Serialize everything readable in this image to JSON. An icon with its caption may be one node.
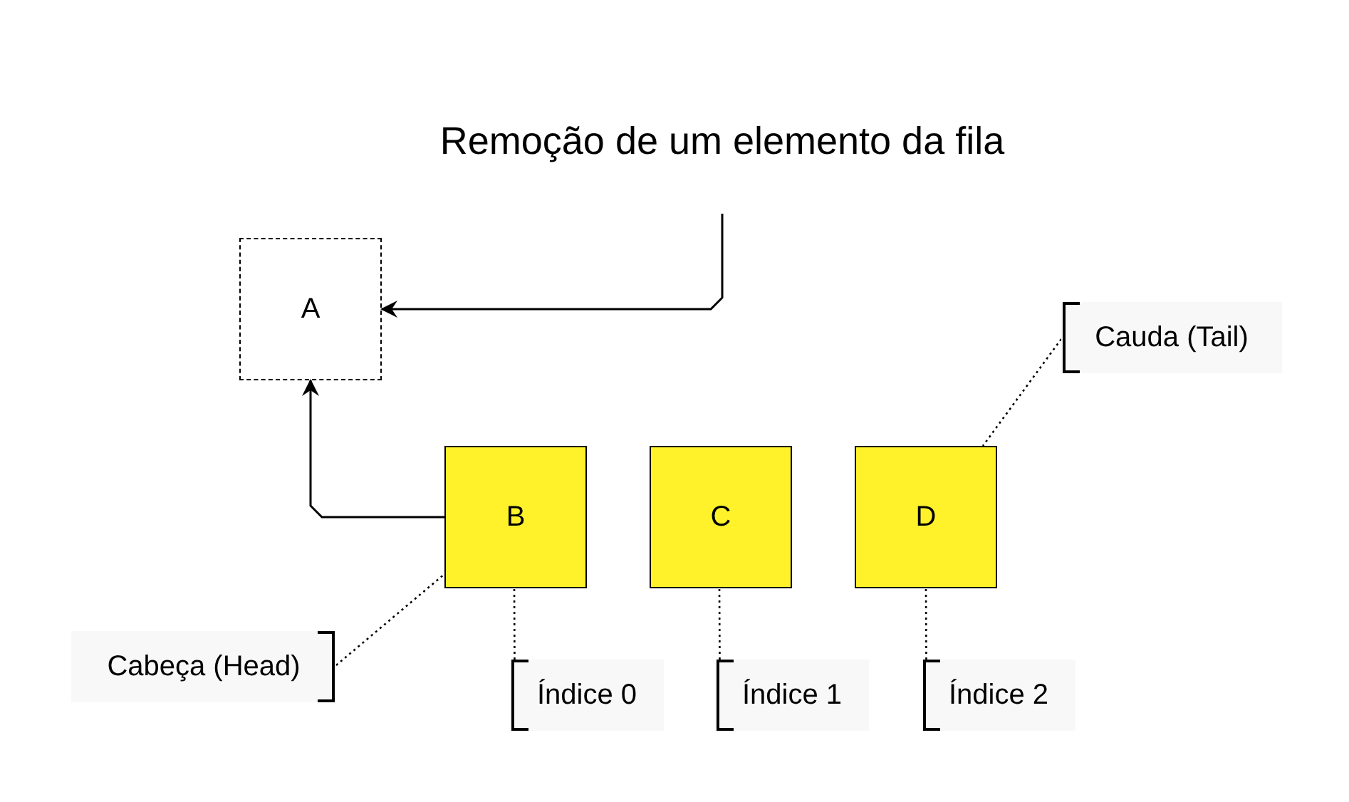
{
  "diagram": {
    "title": "Remoção de um elemento da fila",
    "nodes": [
      {
        "text": [
          "A"
        ]
      },
      {
        "text": [
          "B"
        ]
      },
      {
        "text": [
          "C"
        ]
      },
      {
        "text": [
          "D"
        ]
      },
      {
        "text": [
          "Cauda (Tail)"
        ]
      },
      {
        "text": [
          "Cabeça (Head)"
        ]
      },
      {
        "text": [
          "Índice 0"
        ]
      },
      {
        "text": [
          "Índice 1"
        ]
      },
      {
        "text": [
          "Índice 2"
        ]
      }
    ],
    "edges": [
      {
        "from": null,
        "to": 0,
        "arrow": "to"
      },
      {
        "from": 1,
        "to": 0,
        "arrow": "to"
      },
      {
        "from": 4,
        "to": 3,
        "arrow": "none",
        "style": "dashed"
      },
      {
        "from": 5,
        "to": 1,
        "arrow": "none",
        "style": "dashed"
      },
      {
        "from": 6,
        "to": 1,
        "arrow": "none",
        "style": "dashed"
      },
      {
        "from": 7,
        "to": 2,
        "arrow": "none",
        "style": "dashed"
      },
      {
        "from": 8,
        "to": 3,
        "arrow": "none",
        "style": "dashed"
      }
    ]
  }
}
